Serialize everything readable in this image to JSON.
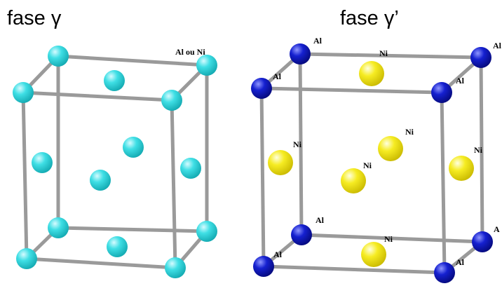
{
  "titles": {
    "left": "fase γ",
    "right": "fase γ’"
  },
  "colors": {
    "bond": "#9a9a9a",
    "atom_cyan": "#2ad4da",
    "atom_blue": "#0a11b8",
    "atom_yellow": "#f2e81a"
  },
  "labels": {
    "gamma_corner": "Al ou Ni",
    "al": "Al",
    "ni": "Ni",
    "a_cut": "A"
  }
}
